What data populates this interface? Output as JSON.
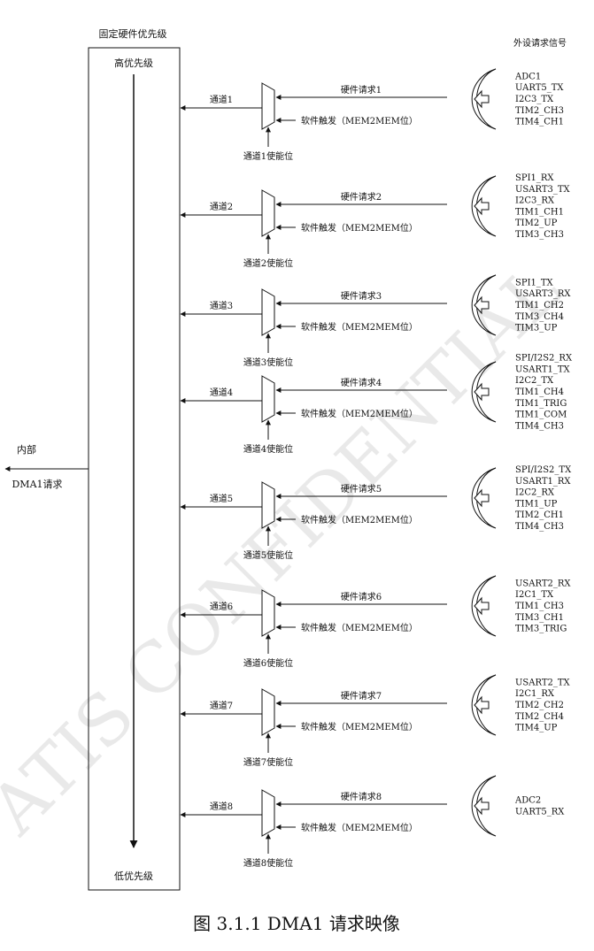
{
  "diagram": {
    "header_priority": "固定硬件优先级",
    "header_signals": "外设请求信号",
    "high_priority": "高优先级",
    "low_priority": "低优先级",
    "internal_label": "内部",
    "dma_request_label": "DMA1请求",
    "caption": "图 3.1.1 DMA1 请求映像",
    "watermark": "ATIS CONFIDENTIAL",
    "channels": [
      {
        "channel": "通道1",
        "hw": "硬件请求1",
        "sw": "软件触发（MEM2MEM位）",
        "enable": "通道1使能位",
        "signals": [
          "ADC1",
          "UART5_TX",
          "I2C3_TX",
          "TIM2_CH3",
          "TIM4_CH1"
        ]
      },
      {
        "channel": "通道2",
        "hw": "硬件请求2",
        "sw": "软件触发（MEM2MEM位）",
        "enable": "通道2使能位",
        "signals": [
          "SPI1_RX",
          "USART3_TX",
          "I2C3_RX",
          "TIM1_CH1",
          "TIM2_UP",
          "TIM3_CH3"
        ]
      },
      {
        "channel": "通道3",
        "hw": "硬件请求3",
        "sw": "软件触发（MEM2MEM位）",
        "enable": "通道3使能位",
        "signals": [
          "SPI1_TX",
          "USART3_RX",
          "TIM1_CH2",
          "TIM3_CH4",
          "TIM3_UP"
        ]
      },
      {
        "channel": "通道4",
        "hw": "硬件请求4",
        "sw": "软件触发（MEM2MEM位）",
        "enable": "通道4使能位",
        "signals": [
          "SPI/I2S2_RX",
          "USART1_TX",
          "I2C2_TX",
          "TIM1_CH4",
          "TIM1_TRIG",
          "TIM1_COM",
          "TIM4_CH3"
        ]
      },
      {
        "channel": "通道5",
        "hw": "硬件请求5",
        "sw": "软件触发（MEM2MEM位）",
        "enable": "通道5使能位",
        "signals": [
          "SPI/I2S2_TX",
          "USART1_RX",
          "I2C2_RX",
          "TIM1_UP",
          "TIM2_CH1",
          "TIM4_CH3"
        ]
      },
      {
        "channel": "通道6",
        "hw": "硬件请求6",
        "sw": "软件触发（MEM2MEM位）",
        "enable": "通道6使能位",
        "signals": [
          "USART2_RX",
          "I2C1_TX",
          "TIM1_CH3",
          "TIM3_CH1",
          "TIM3_TRIG"
        ]
      },
      {
        "channel": "通道7",
        "hw": "硬件请求7",
        "sw": "软件触发（MEM2MEM位）",
        "enable": "通道7使能位",
        "signals": [
          "USART2_TX",
          "I2C1_RX",
          "TIM2_CH2",
          "TIM2_CH4",
          "TIM4_UP"
        ]
      },
      {
        "channel": "通道8",
        "hw": "硬件请求8",
        "sw": "软件触发（MEM2MEM位）",
        "enable": "通道8使能位",
        "signals": [
          "ADC2",
          "UART5_RX"
        ]
      }
    ]
  }
}
